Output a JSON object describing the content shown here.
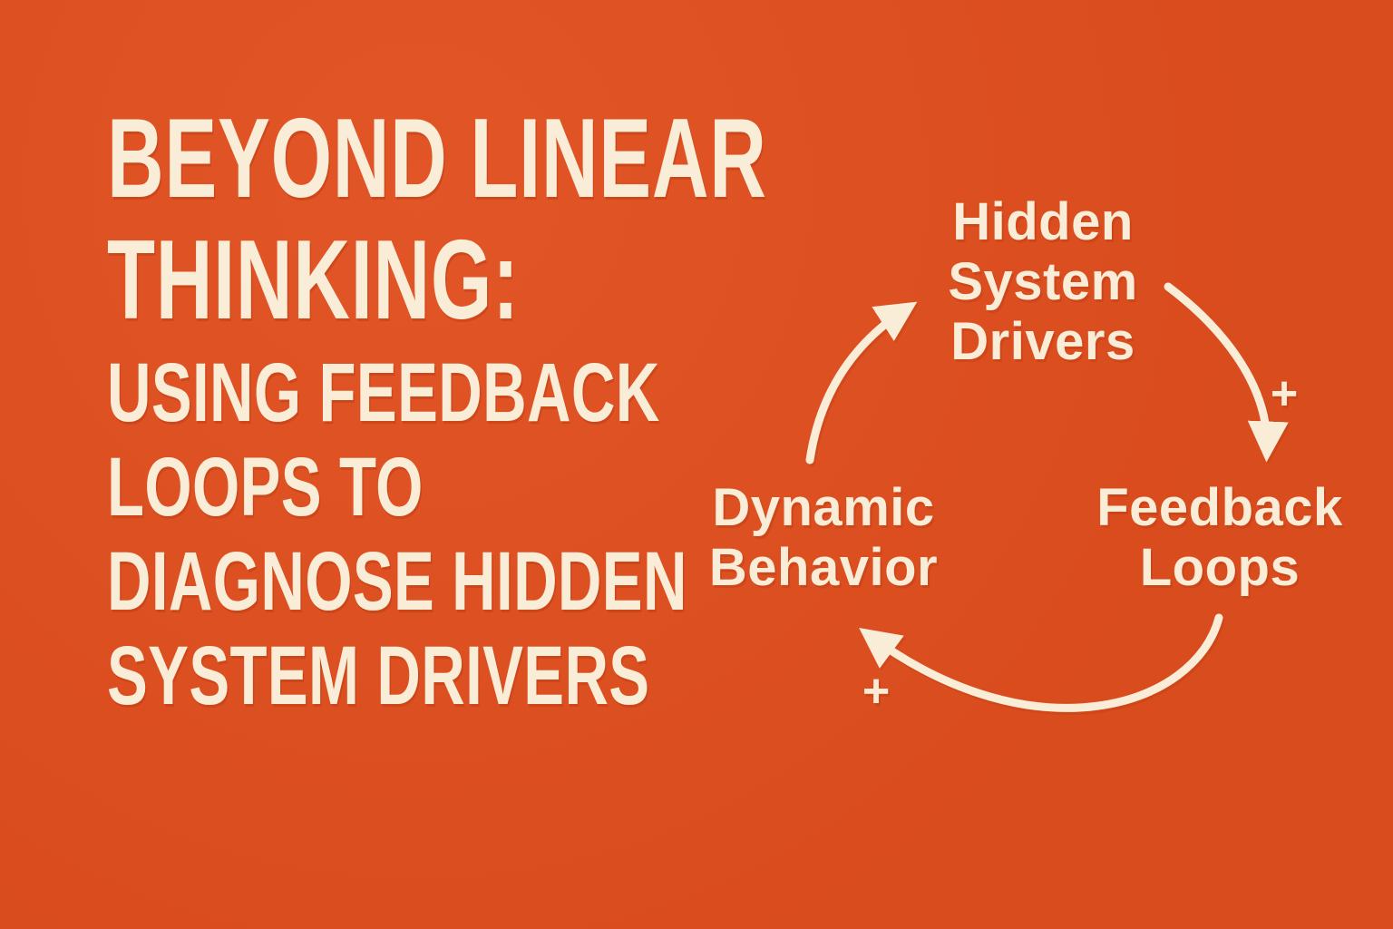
{
  "colors": {
    "background": "#E04E1E",
    "foreground": "#F9EDD8"
  },
  "title": {
    "lines": [
      "BEYOND LINEAR",
      "THINKING:"
    ]
  },
  "subtitle": {
    "lines": [
      "USING FEEDBACK",
      "LOOPS TO",
      "DIAGNOSE HIDDEN",
      "SYSTEM DRIVERS"
    ]
  },
  "diagram": {
    "nodes": {
      "top": {
        "lines": [
          "Hidden",
          "System",
          "Drivers"
        ]
      },
      "right": {
        "lines": [
          "Feedback",
          "Loops"
        ]
      },
      "left": {
        "lines": [
          "Dynamic",
          "Behavior"
        ]
      }
    },
    "annotations": {
      "plus_right": "+",
      "plus_bottom": "+"
    }
  }
}
